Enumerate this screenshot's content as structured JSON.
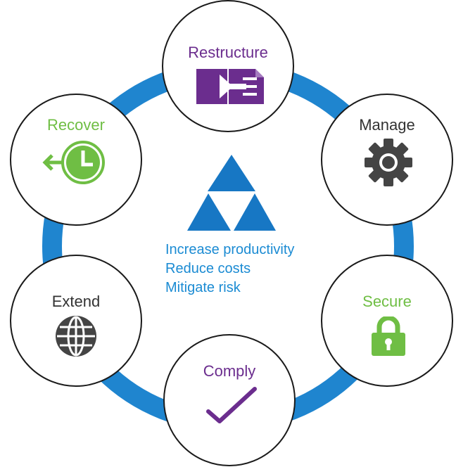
{
  "colors": {
    "ring": "#1f85cf",
    "purple": "#6b2d8e",
    "green": "#6fbe44",
    "dark": "#444444",
    "blue_text": "#1b8bd3",
    "triangle": "#1777c4"
  },
  "nodes": {
    "restructure": {
      "label": "Restructure",
      "icon": "restructure-icon"
    },
    "manage": {
      "label": "Manage",
      "icon": "gear-icon"
    },
    "secure": {
      "label": "Secure",
      "icon": "lock-icon"
    },
    "comply": {
      "label": "Comply",
      "icon": "checkmark-icon"
    },
    "extend": {
      "label": "Extend",
      "icon": "globe-icon"
    },
    "recover": {
      "label": "Recover",
      "icon": "clock-recover-icon"
    }
  },
  "center": {
    "icon": "triangles-icon",
    "lines": [
      "Increase productivity",
      "Reduce costs",
      "Mitigate risk"
    ]
  }
}
